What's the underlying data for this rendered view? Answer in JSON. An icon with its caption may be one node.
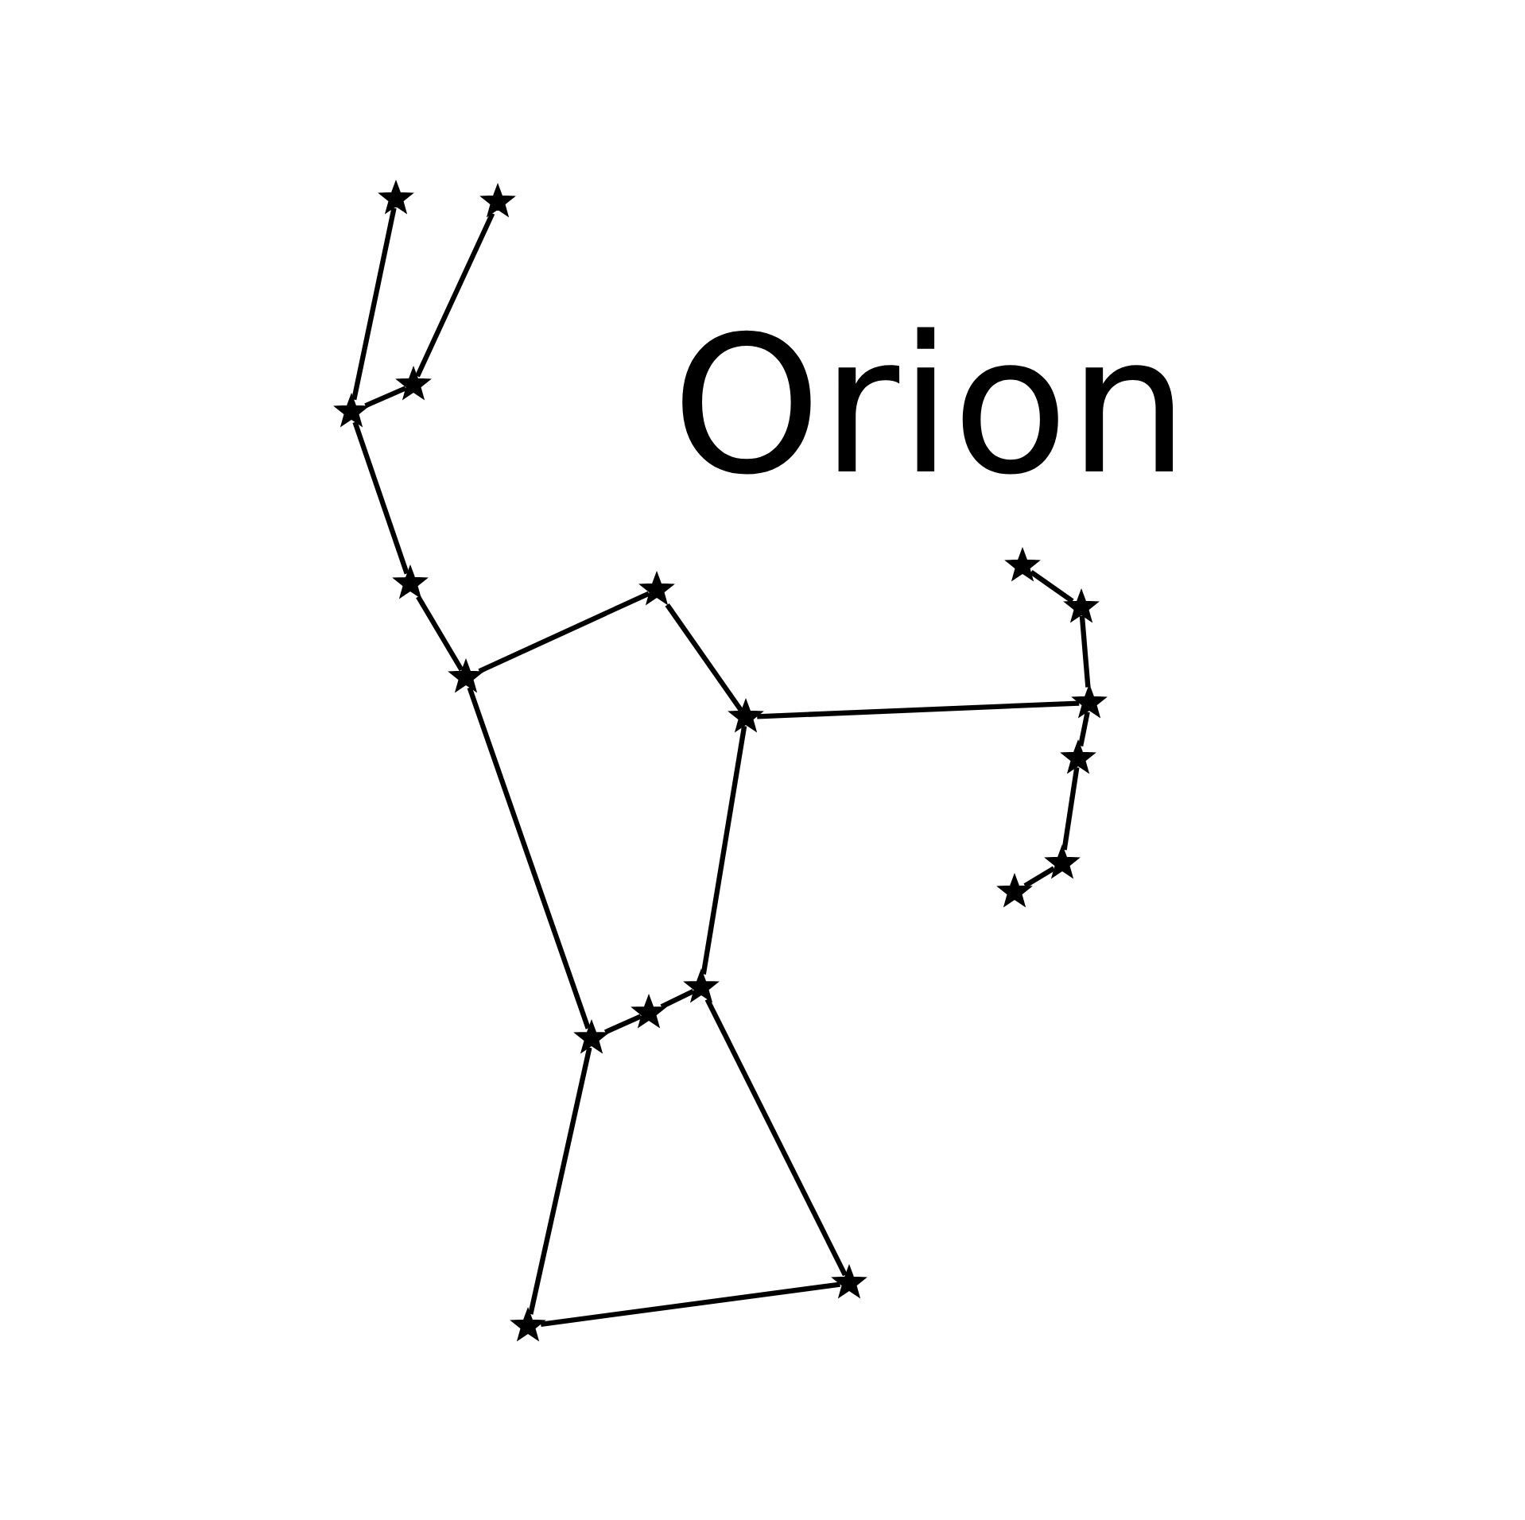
{
  "diagram": {
    "title": "Orion",
    "nodes": [
      {
        "text": [],
        "shape": "star"
      },
      {
        "text": [],
        "shape": "star"
      },
      {
        "text": [],
        "shape": "star"
      },
      {
        "text": [],
        "shape": "star"
      },
      {
        "text": [],
        "shape": "star"
      },
      {
        "text": [],
        "shape": "star"
      },
      {
        "text": [],
        "shape": "star"
      },
      {
        "text": [],
        "shape": "star"
      },
      {
        "text": [],
        "shape": "star"
      },
      {
        "text": [],
        "shape": "star"
      },
      {
        "text": [],
        "shape": "star"
      },
      {
        "text": [],
        "shape": "star"
      },
      {
        "text": [],
        "shape": "star"
      },
      {
        "text": [],
        "shape": "star"
      },
      {
        "text": [],
        "shape": "star"
      },
      {
        "text": [],
        "shape": "star"
      },
      {
        "text": [],
        "shape": "star"
      },
      {
        "text": [],
        "shape": "star"
      },
      {
        "text": [],
        "shape": "star"
      }
    ],
    "edges": [
      {
        "from": 0,
        "to": 3,
        "arrow": "none"
      },
      {
        "from": 1,
        "to": 2,
        "arrow": "none"
      },
      {
        "from": 2,
        "to": 3,
        "arrow": "none"
      },
      {
        "from": 3,
        "to": 5,
        "arrow": "none"
      },
      {
        "from": 5,
        "to": 8,
        "arrow": "none"
      },
      {
        "from": 8,
        "to": 6,
        "arrow": "none"
      },
      {
        "from": 6,
        "to": 10,
        "arrow": "none"
      },
      {
        "from": 10,
        "to": 9,
        "arrow": "none"
      },
      {
        "from": 4,
        "to": 7,
        "arrow": "none"
      },
      {
        "from": 7,
        "to": 9,
        "arrow": "none"
      },
      {
        "from": 9,
        "to": 11,
        "arrow": "none"
      },
      {
        "from": 11,
        "to": 12,
        "arrow": "none"
      },
      {
        "from": 12,
        "to": 13,
        "arrow": "none"
      },
      {
        "from": 8,
        "to": 16,
        "arrow": "none"
      },
      {
        "from": 10,
        "to": 14,
        "arrow": "none"
      },
      {
        "from": 16,
        "to": 15,
        "arrow": "none"
      },
      {
        "from": 15,
        "to": 14,
        "arrow": "none"
      },
      {
        "from": 16,
        "to": 18,
        "arrow": "none"
      },
      {
        "from": 14,
        "to": 17,
        "arrow": "none"
      },
      {
        "from": 18,
        "to": 17,
        "arrow": "none"
      }
    ]
  }
}
